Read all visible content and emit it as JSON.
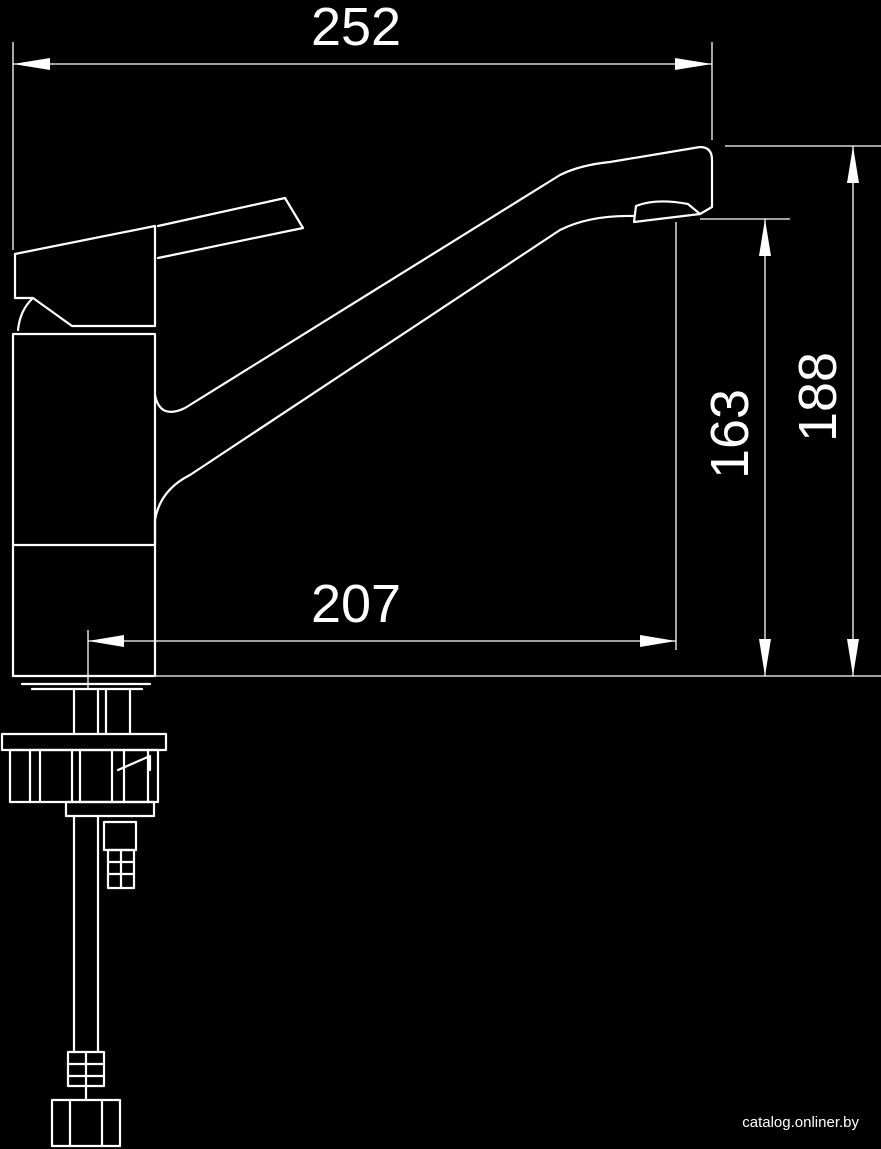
{
  "dimensions": {
    "overall_width": "252",
    "spout_reach": "207",
    "spout_height": "163",
    "overall_height": "188"
  },
  "watermark": "catalog.onliner.by",
  "colors": {
    "background": "#000000",
    "line": "#ffffff"
  }
}
